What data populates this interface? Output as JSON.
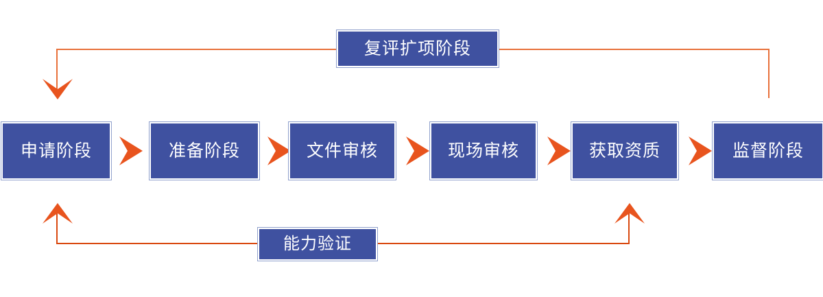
{
  "diagram": {
    "title_present": false,
    "type": "process-flow",
    "colors": {
      "box_fill": "#3F51A0",
      "box_outer_border": "#8FA0CC",
      "box_gap": "#FFFFFF",
      "label_text": "#FFFFFF",
      "chevron_orange": "#E8541E",
      "line_orange_top": "#E8703A",
      "line_orange_bottom": "#D9480F",
      "background": "#FFFFFF"
    },
    "stages": [
      {
        "id": "apply",
        "label": "申请阶段"
      },
      {
        "id": "prepare",
        "label": "准备阶段"
      },
      {
        "id": "doc-review",
        "label": "文件审核"
      },
      {
        "id": "site-audit",
        "label": "现场审核"
      },
      {
        "id": "get-cert",
        "label": "获取资质"
      },
      {
        "id": "supervise",
        "label": "监督阶段"
      }
    ],
    "feedback_top": {
      "id": "reassess-expand",
      "label": "复评扩项阶段",
      "from_stage": "supervise",
      "to_stage": "apply",
      "direction": "right-to-left"
    },
    "feedback_bottom": {
      "id": "proficiency-test",
      "label": "能力验证",
      "from_stage": "get-cert",
      "to_stage": "apply",
      "direction": "bidirectional-up"
    },
    "connector_icons": {
      "chevron": "chevron-right-icon",
      "arrow_down": "arrow-down-icon",
      "arrow_up": "arrow-up-icon"
    }
  }
}
